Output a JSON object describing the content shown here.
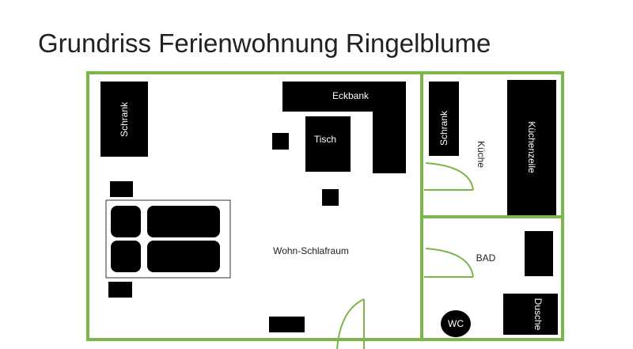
{
  "title": "Grundriss Ferienwohnung Ringelblume",
  "colors": {
    "wall": "#7ab648",
    "furniture": "#000000",
    "label_on_furniture": "#ffffff",
    "text": "#222222"
  },
  "labels": {
    "schrank_main": "Schrank",
    "eckbank": "Eckbank",
    "tisch": "Tisch",
    "wohn_schlafraum": "Wohn-Schlafraum",
    "schrank_kueche": "Schrank",
    "kueche": "Küche",
    "kuechenzeile": "Küchenzeile",
    "bad": "BAD",
    "dusche": "Dusche",
    "wc": "WC"
  }
}
